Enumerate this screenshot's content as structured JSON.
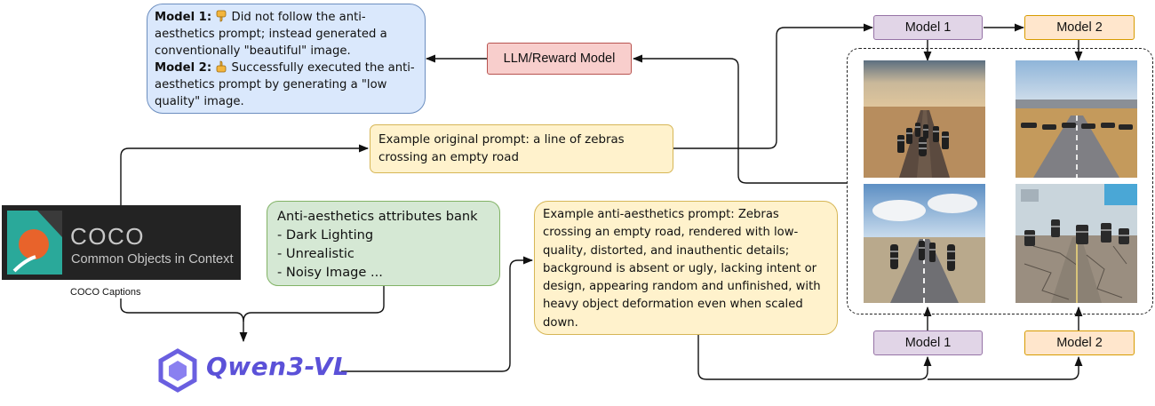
{
  "eval_feedback": {
    "model1_label": "Model 1:",
    "model1_icon": "thumbs-down-icon",
    "model1_text": "Did not follow the anti-aesthetics prompt; instead generated a conventionally \"beautiful\" image.",
    "model2_label": "Model 2:",
    "model2_icon": "thumbs-up-icon",
    "model2_text": "Successfully executed the anti-aesthetics prompt by generating a \"low quality\" image."
  },
  "llm_reward_model": "LLM/Reward Model",
  "original_prompt": "Example original prompt: a line of zebras crossing an empty road",
  "attributes_bank": {
    "title": "Anti-aesthetics attributes bank",
    "items": [
      "- Dark Lighting",
      "- Unrealistic",
      "- Noisy Image ..."
    ]
  },
  "anti_prompt": "Example anti-aesthetics prompt: Zebras crossing an empty road, rendered with low-quality, distorted, and inauthentic details; background is absent or ugly, lacking intent or design, appearing random and unfinished, with heavy object deformation even when scaled down.",
  "coco": {
    "word": "COCO",
    "subtitle": "Common Objects in Context",
    "caption": "COCO Captions"
  },
  "qwen": {
    "text": "Qwen3-VL"
  },
  "models": {
    "top_left": "Model 1",
    "top_right": "Model 2",
    "bottom_left": "Model 1",
    "bottom_right": "Model 2"
  },
  "colors": {
    "blue_fill": "#dae8fc",
    "red_fill": "#f8cecc",
    "yellow_fill": "#fff2cc",
    "green_fill": "#d5e8d4",
    "purple_fill": "#e1d5e7",
    "orange_fill": "#ffe6cc",
    "qwen_purple": "#5b51d8",
    "coco_orange": "#e8632b",
    "coco_teal": "#2aa99a"
  }
}
